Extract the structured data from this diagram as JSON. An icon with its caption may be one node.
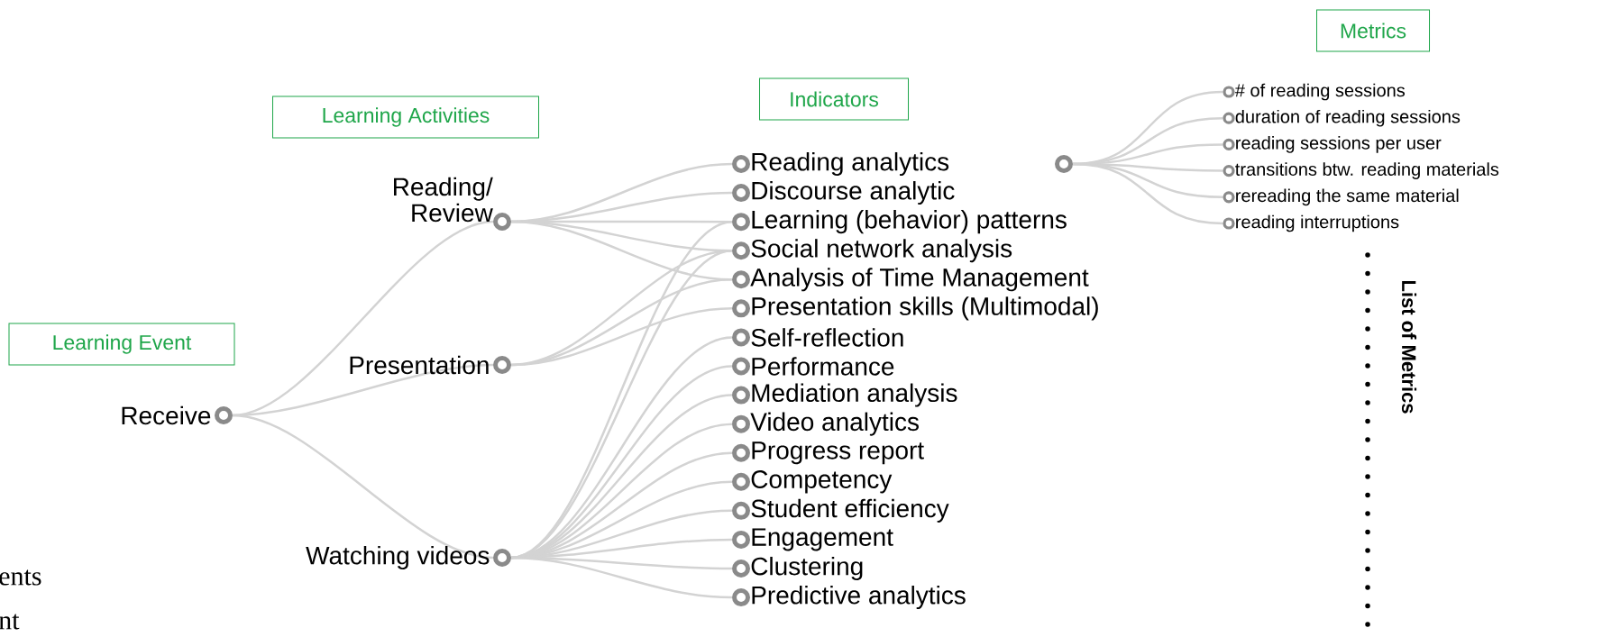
{
  "diagram": {
    "nodes": [
      {
        "text": [
          "Learning Event"
        ]
      },
      {
        "text": [
          "Receive"
        ]
      },
      {
        "text": [
          "Learning Activities"
        ]
      },
      {
        "text": [
          "Reading/ Review"
        ]
      },
      {
        "text": [
          "Presentation"
        ]
      },
      {
        "text": [
          "Watching videos"
        ]
      },
      {
        "text": [
          "Indicators"
        ]
      },
      {
        "text": [
          "Reading analytics"
        ]
      },
      {
        "text": [
          "Discourse analytic"
        ]
      },
      {
        "text": [
          "Learning (behavior) patterns"
        ]
      },
      {
        "text": [
          "Social network analysis"
        ]
      },
      {
        "text": [
          "Analysis of Time Management"
        ]
      },
      {
        "text": [
          "Presentation skills (Multimodal)"
        ]
      },
      {
        "text": [
          "Self-reflection"
        ]
      },
      {
        "text": [
          "Performance"
        ]
      },
      {
        "text": [
          "Mediation analysis"
        ]
      },
      {
        "text": [
          "Video analytics"
        ]
      },
      {
        "text": [
          "Progress report"
        ]
      },
      {
        "text": [
          "Competency"
        ]
      },
      {
        "text": [
          "Student efficiency"
        ]
      },
      {
        "text": [
          "Engagement"
        ]
      },
      {
        "text": [
          "Clustering"
        ]
      },
      {
        "text": [
          "Predictive analytics"
        ]
      },
      {
        "text": [
          "Metrics"
        ]
      },
      {
        "text": [
          "# of reading sessions"
        ]
      },
      {
        "text": [
          "duration of reading sessions"
        ]
      },
      {
        "text": [
          "reading sessions per user"
        ]
      },
      {
        "text": [
          "transitions btw. reading materials"
        ]
      },
      {
        "text": [
          "rereading the same material"
        ]
      },
      {
        "text": [
          "reading interruptions"
        ]
      }
    ],
    "edges": [
      {
        "from": 1,
        "to": 3,
        "arrow": "none"
      },
      {
        "from": 1,
        "to": 4,
        "arrow": "none"
      },
      {
        "from": 1,
        "to": 5,
        "arrow": "none"
      },
      {
        "from": 3,
        "to": 7,
        "arrow": "none"
      },
      {
        "from": 3,
        "to": 8,
        "arrow": "none"
      },
      {
        "from": 3,
        "to": 9,
        "arrow": "none"
      },
      {
        "from": 3,
        "to": 10,
        "arrow": "none"
      },
      {
        "from": 3,
        "to": 11,
        "arrow": "none"
      },
      {
        "from": 4,
        "to": 10,
        "arrow": "none"
      },
      {
        "from": 4,
        "to": 11,
        "arrow": "none"
      },
      {
        "from": 4,
        "to": 12,
        "arrow": "none"
      },
      {
        "from": 5,
        "to": 9,
        "arrow": "none"
      },
      {
        "from": 5,
        "to": 10,
        "arrow": "none"
      },
      {
        "from": 5,
        "to": 13,
        "arrow": "none"
      },
      {
        "from": 5,
        "to": 14,
        "arrow": "none"
      },
      {
        "from": 5,
        "to": 15,
        "arrow": "none"
      },
      {
        "from": 5,
        "to": 16,
        "arrow": "none"
      },
      {
        "from": 5,
        "to": 17,
        "arrow": "none"
      },
      {
        "from": 5,
        "to": 18,
        "arrow": "none"
      },
      {
        "from": 5,
        "to": 19,
        "arrow": "none"
      },
      {
        "from": 5,
        "to": 20,
        "arrow": "none"
      },
      {
        "from": 5,
        "to": 21,
        "arrow": "none"
      },
      {
        "from": 5,
        "to": 22,
        "arrow": "none"
      },
      {
        "from": 7,
        "to": 24,
        "arrow": "none"
      },
      {
        "from": 7,
        "to": 25,
        "arrow": "none"
      },
      {
        "from": 7,
        "to": 26,
        "arrow": "none"
      },
      {
        "from": 7,
        "to": 27,
        "arrow": "none"
      },
      {
        "from": 7,
        "to": 28,
        "arrow": "none"
      },
      {
        "from": 7,
        "to": 29,
        "arrow": "none"
      }
    ],
    "labels": [
      "List of Metrics",
      "ents",
      "nt"
    ]
  }
}
